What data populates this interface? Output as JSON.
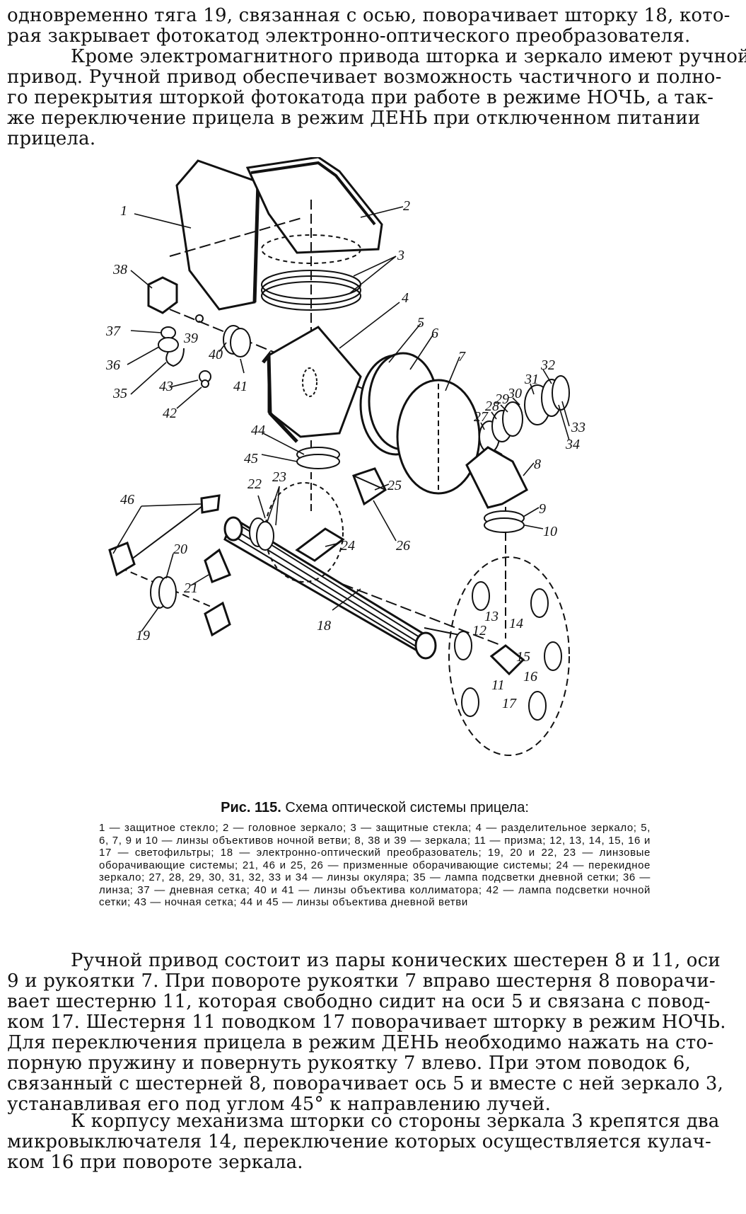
{
  "paragraphs": {
    "p1": [
      "одновременно тяга 19, связанная с осью, поворачивает шторку 18, кото-",
      "рая закрывает фотокатод электронно-оптического преобразователя."
    ],
    "p2": [
      "Кроме электромагнитного привода шторка и зеркало имеют ручной",
      "привод. Ручной привод обеспечивает возможность частичного и полно-",
      "го перекрытия шторкой фотокатода при работе в режиме НОЧЬ, а так-",
      "же переключение прицела в режим ДЕНЬ при отключенном питании",
      "прицела."
    ],
    "p3": [
      "Ручной привод состоит из пары конических шестерен 8 и 11, оси",
      "9 и рукоятки 7. При повороте рукоятки 7 вправо шестерня 8 поворачи-",
      "вает шестерню 11, которая свободно сидит на оси 5 и связана с повод-",
      "ком 17. Шестерня 11 поводком 17 поворачивает шторку в режим НОЧЬ.",
      "Для переключения прицела в режим ДЕНЬ необходимо нажать на сто-",
      "порную пружину и повернуть рукоятку 7 влево.  При  этом  поводок 6,",
      "связанный с шестерней 8, поворачивает ось 5 и вместе с ней зеркало 3,",
      "устанавливая его под углом 45° к направлению лучей."
    ],
    "p4": [
      "К корпусу механизма шторки со стороны зеркала 3 крепятся два",
      "микровыключателя 14, переключение которых осуществляется  кулач-",
      "ком 16 при повороте зеркала."
    ]
  },
  "figure": {
    "labels": {
      "l1": "1",
      "l2": "2",
      "l3": "3",
      "l4": "4",
      "l5": "5",
      "l6": "6",
      "l7": "7",
      "l8": "8",
      "l9": "9",
      "l10": "10",
      "l11": "11",
      "l12": "12",
      "l13": "13",
      "l14": "14",
      "l15": "15",
      "l16": "16",
      "l17": "17",
      "l18": "18",
      "l19": "19",
      "l20": "20",
      "l21": "21",
      "l22": "22",
      "l23": "23",
      "l24": "24",
      "l25": "25",
      "l26": "26",
      "l27": "27",
      "l28": "28",
      "l29": "29",
      "l30": "30",
      "l31": "31",
      "l32": "32",
      "l33": "33",
      "l34": "34",
      "l35": "35",
      "l36": "36",
      "l37": "37",
      "l38": "38",
      "l39": "39",
      "l40": "40",
      "l41": "41",
      "l42": "42",
      "l43": "43",
      "l44": "44",
      "l45": "45",
      "l46": "46"
    },
    "caption": {
      "prefix": "Рис. 115.",
      "title": "Схема оптической системы прицела:",
      "body": "1 — защитное стекло; 2 — головное зеркало; 3 — защитные стекла; 4 — разделительное зеркало; 5, 6, 7, 9 и 10 — линзы объективов ночной ветви; 8, 38 и 39 — зеркала; 11 — призма; 12, 13, 14, 15, 16 и 17 — светофильтры; 18 — электронно-оптический преобразователь; 19, 20 и 22, 23 — линзовые оборачивающие системы; 21, 46 и 25, 26 — призменные оборачивающие системы; 24 — перекидное зеркало; 27, 28, 29, 30, 31, 32, 33 и 34 — линзы окуляра; 35 — лампа подсветки дневной сетки; 36 — линза; 37 — дневная сетка; 40 и 41 — линзы объектива коллиматора; 42 — лампа подсветки ночной сетки; 43 — ночная сетка; 44 и 45 — линзы объектива дневной ветви"
    }
  }
}
